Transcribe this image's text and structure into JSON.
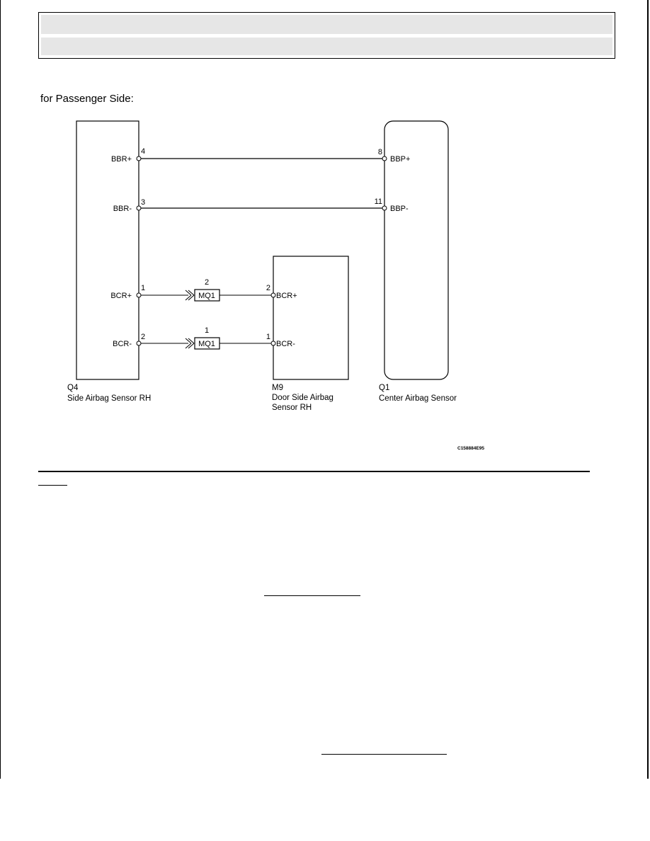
{
  "header": {
    "title": "",
    "subtitle": ""
  },
  "diagram": {
    "caption": "for Passenger Side:",
    "figure_code": "C158884E95",
    "components": {
      "q4": {
        "id": "Q4",
        "name": "Side Airbag Sensor RH",
        "name_lines": [
          "Side Airbag Sensor RH"
        ]
      },
      "m9": {
        "id": "M9",
        "name_lines": [
          "Door Side Airbag",
          "Sensor RH"
        ]
      },
      "q1": {
        "id": "Q1",
        "name": "Center Airbag Sensor",
        "name_lines": [
          "Center Airbag Sensor"
        ]
      }
    },
    "q4_terminals": [
      {
        "label": "BBR+",
        "pin": "4"
      },
      {
        "label": "BBR-",
        "pin": "3"
      },
      {
        "label": "BCR+",
        "pin": "1"
      },
      {
        "label": "BCR-",
        "pin": "2"
      }
    ],
    "q1_terminals": [
      {
        "label": "BBP+",
        "pin": "8"
      },
      {
        "label": "BBP-",
        "pin": "11"
      }
    ],
    "m9_terminals": [
      {
        "label": "BCR+",
        "pin": "2"
      },
      {
        "label": "BCR-",
        "pin": "1"
      }
    ],
    "connectors": [
      {
        "name": "MQ1",
        "pin": "2"
      },
      {
        "name": "MQ1",
        "pin": "1"
      }
    ]
  }
}
